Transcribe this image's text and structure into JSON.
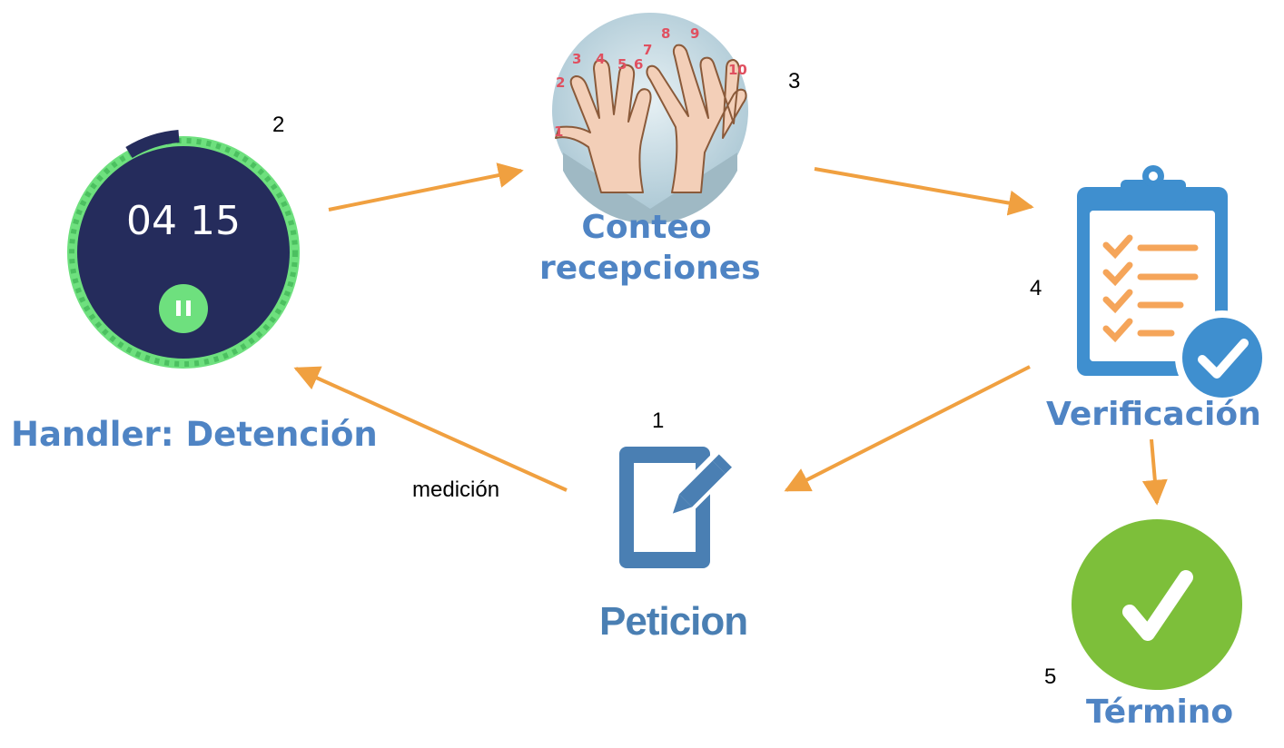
{
  "nodes": {
    "handler": {
      "label": "Handler: Detención",
      "number": "2",
      "timer": "04 15"
    },
    "conteo": {
      "label_line1": "Conteo",
      "label_line2": "recepciones",
      "number": "3",
      "finger_numbers": [
        "1",
        "2",
        "3",
        "4",
        "5",
        "6",
        "7",
        "8",
        "9",
        "10"
      ]
    },
    "verificacion": {
      "label": "Verificación",
      "number": "4"
    },
    "peticion": {
      "label": "Peticion",
      "number": "1"
    },
    "termino": {
      "label": "Término",
      "number": "5"
    }
  },
  "edges": [
    {
      "from": "peticion",
      "to": "handler",
      "label": "medición"
    },
    {
      "from": "handler",
      "to": "conteo",
      "label": ""
    },
    {
      "from": "conteo",
      "to": "verificacion",
      "label": ""
    },
    {
      "from": "verificacion",
      "to": "peticion",
      "label": ""
    },
    {
      "from": "verificacion",
      "to": "termino",
      "label": ""
    }
  ],
  "colors": {
    "arrow": "#f0a040",
    "title": "#4f84c4",
    "peticion_title": "#4a7fb3",
    "timer_bg": "#252c5c",
    "timer_ring": "#6ee07e",
    "clipboard": "#3f8fcf",
    "check_orange": "#f5a55a",
    "termino_green": "#7dbf3a",
    "finger_number": "#e05060"
  }
}
